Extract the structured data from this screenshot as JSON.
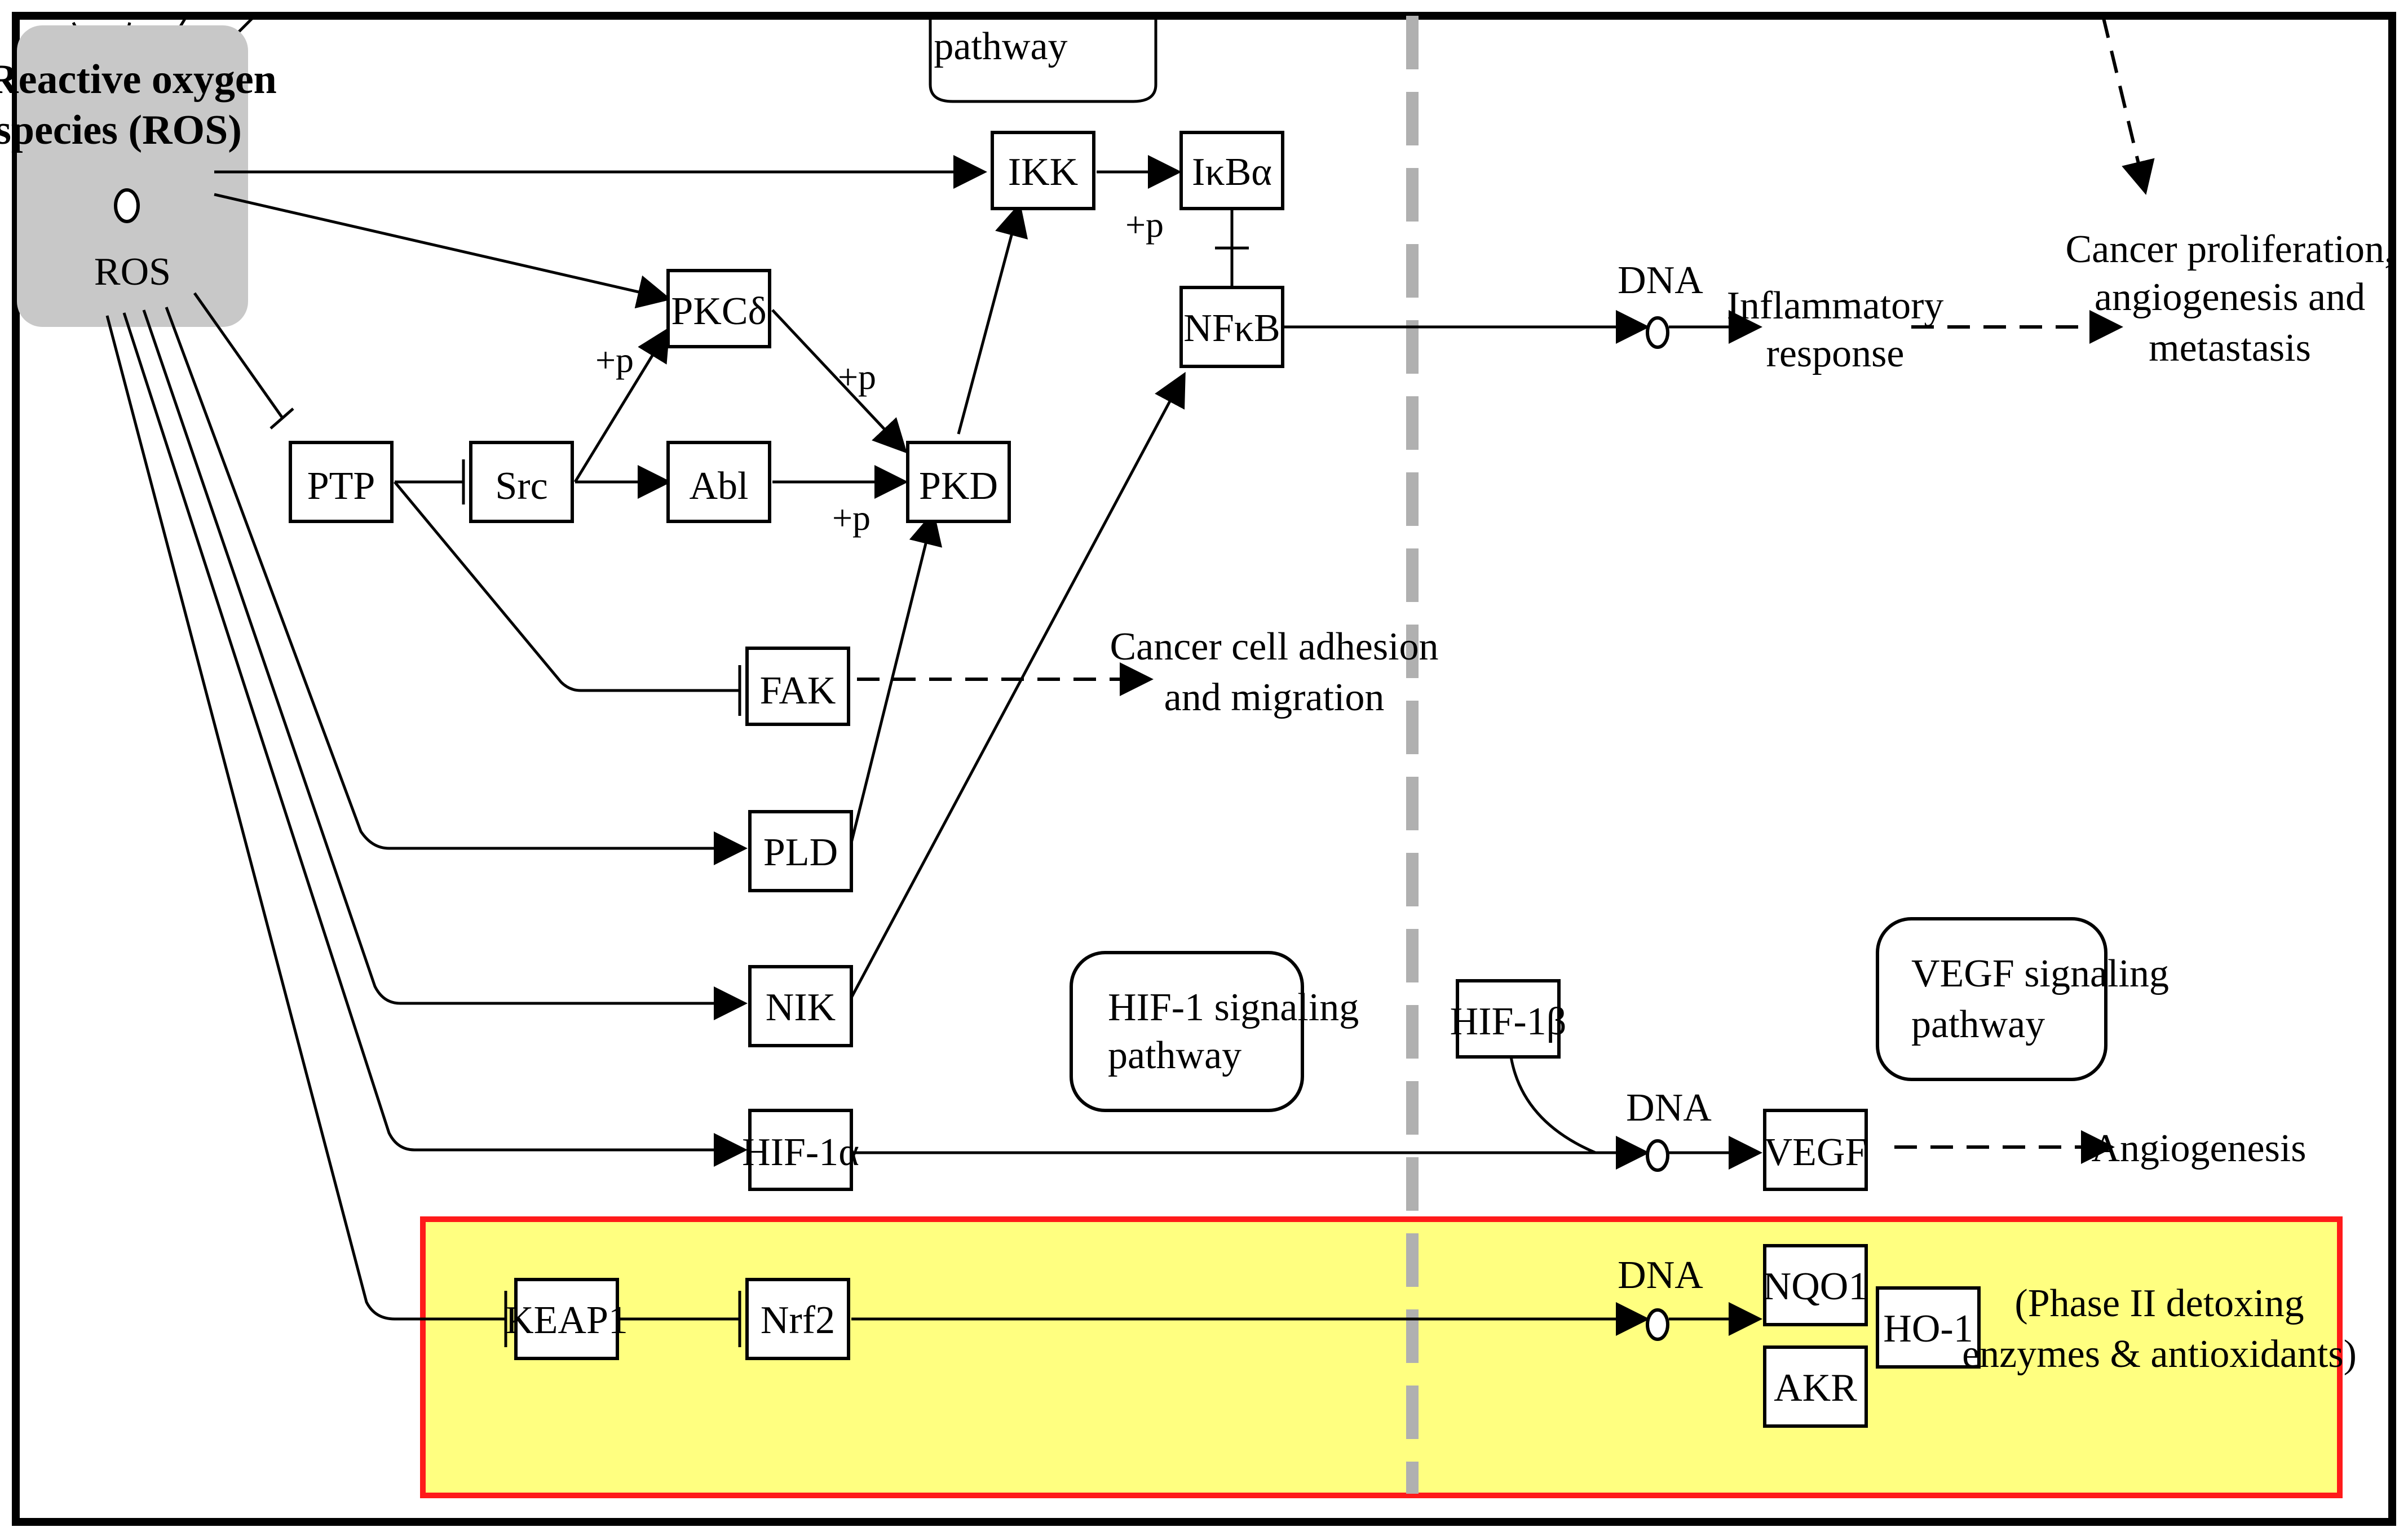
{
  "colors": {
    "ros_fill": "#c8c8c8",
    "highlight_fill": "#ffff80",
    "highlight_border": "#ff1a1a",
    "divider": "#b0b0b0",
    "stroke": "#000000"
  },
  "ros": {
    "title_line1": "Reactive oxygen",
    "title_line2": "species (ROS)",
    "label": "ROS"
  },
  "top_pathway": {
    "label": "pathway"
  },
  "nodes": {
    "ikk": "IKK",
    "ikba": "IκBα",
    "nfkb": "NFκB",
    "pkcd": "PKCδ",
    "ptp": "PTP",
    "src": "Src",
    "abl": "Abl",
    "pkd": "PKD",
    "fak": "FAK",
    "pld": "PLD",
    "nik": "NIK",
    "hif1a": "HIF-1α",
    "hif1b": "HIF-1β",
    "vegf": "VEGF",
    "keap1": "KEAP1",
    "nrf2": "Nrf2",
    "nqo1": "NQO1",
    "akr": "AKR",
    "ho1": "HO-1"
  },
  "phospho": {
    "p1": "+p",
    "p2": "+p",
    "p3": "+p",
    "p4": "+p"
  },
  "dna": {
    "d1": "DNA",
    "d2": "DNA",
    "d3": "DNA"
  },
  "outcomes": {
    "inflammatory_line1": "Inflammatory",
    "inflammatory_line2": "response",
    "cancer_prolif_line1": "Cancer proliferation,",
    "cancer_prolif_line2": "angiogenesis and",
    "cancer_prolif_line3": "metastasis",
    "adhesion_line1": "Cancer cell adhesion",
    "adhesion_line2": "and migration",
    "angiogenesis": "Angiogenesis",
    "phase2_line1": "(Phase II detoxing",
    "phase2_line2": "enzymes & antioxidants)"
  },
  "pathways": {
    "hif1_line1": "HIF-1 signaling",
    "hif1_line2": "pathway",
    "vegf_line1": "VEGF signaling",
    "vegf_line2": "pathway"
  }
}
